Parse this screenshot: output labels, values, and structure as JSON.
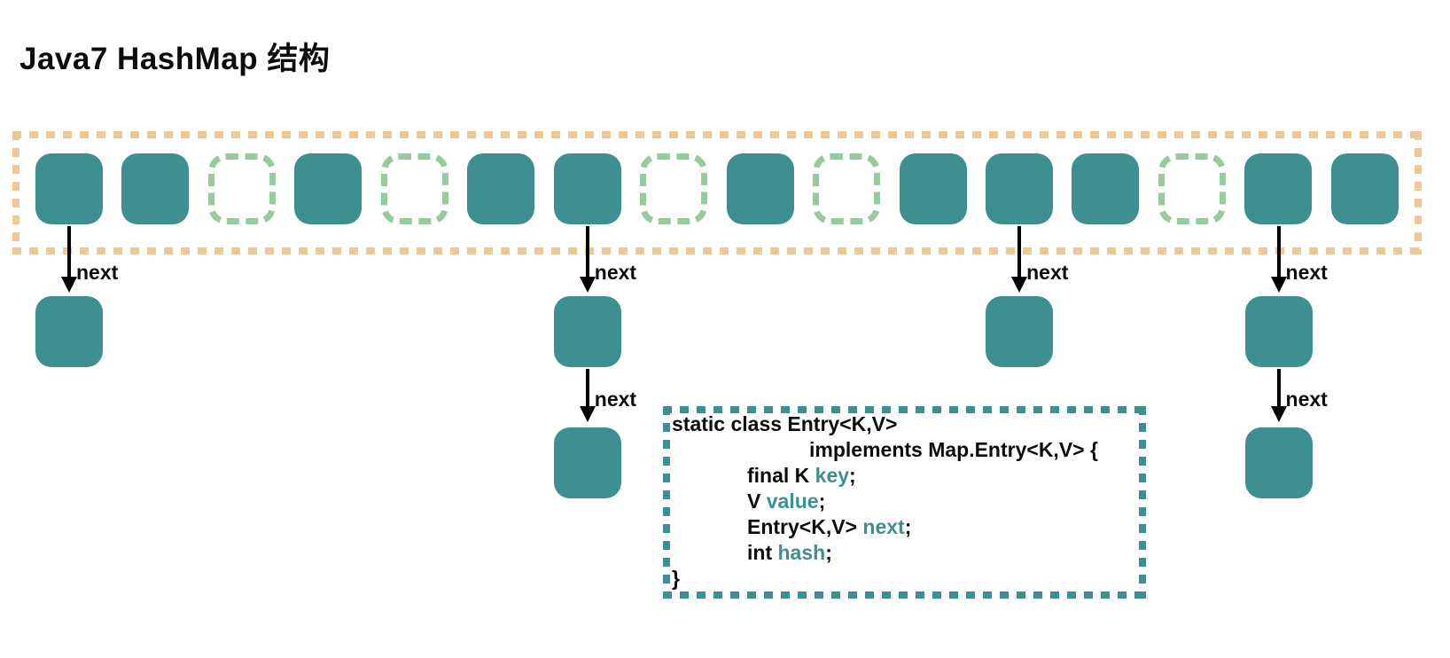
{
  "title": "Java7 HashMap 结构",
  "colors": {
    "teal": "#3E8F90",
    "orange": "#EDC893",
    "green": "#95CB9D",
    "text": "#0c0c0c"
  },
  "array": {
    "slots": [
      "filled",
      "filled",
      "empty",
      "filled",
      "empty",
      "filled",
      "filled",
      "empty",
      "filled",
      "empty",
      "filled",
      "filled",
      "filled",
      "empty",
      "filled",
      "filled"
    ]
  },
  "chains": [
    {
      "bucket_index": 0,
      "nodes": 1,
      "arrow_label": "next"
    },
    {
      "bucket_index": 6,
      "nodes": 2,
      "arrow_label": "next"
    },
    {
      "bucket_index": 11,
      "nodes": 1,
      "arrow_label": "next"
    },
    {
      "bucket_index": 14,
      "nodes": 2,
      "arrow_label": "next"
    }
  ],
  "code": {
    "lines": [
      {
        "indent": 0,
        "segments": [
          {
            "text": "static class Entry<K,V>",
            "style": "plain"
          }
        ]
      },
      {
        "indent": 2,
        "segments": [
          {
            "text": "implements Map.Entry<K,V> {",
            "style": "plain"
          }
        ]
      },
      {
        "indent": 1,
        "segments": [
          {
            "text": "final K ",
            "style": "plain"
          },
          {
            "text": "key",
            "style": "field"
          },
          {
            "text": ";",
            "style": "plain"
          }
        ]
      },
      {
        "indent": 1,
        "segments": [
          {
            "text": "V ",
            "style": "plain"
          },
          {
            "text": "value",
            "style": "field"
          },
          {
            "text": ";",
            "style": "plain"
          }
        ]
      },
      {
        "indent": 1,
        "segments": [
          {
            "text": "Entry<K,V> ",
            "style": "plain"
          },
          {
            "text": "next",
            "style": "field"
          },
          {
            "text": ";",
            "style": "plain"
          }
        ]
      },
      {
        "indent": 1,
        "segments": [
          {
            "text": "int ",
            "style": "plain"
          },
          {
            "text": "hash",
            "style": "field"
          },
          {
            "text": ";",
            "style": "plain"
          }
        ]
      },
      {
        "indent": 0,
        "segments": [
          {
            "text": "}",
            "style": "plain"
          }
        ]
      }
    ]
  }
}
